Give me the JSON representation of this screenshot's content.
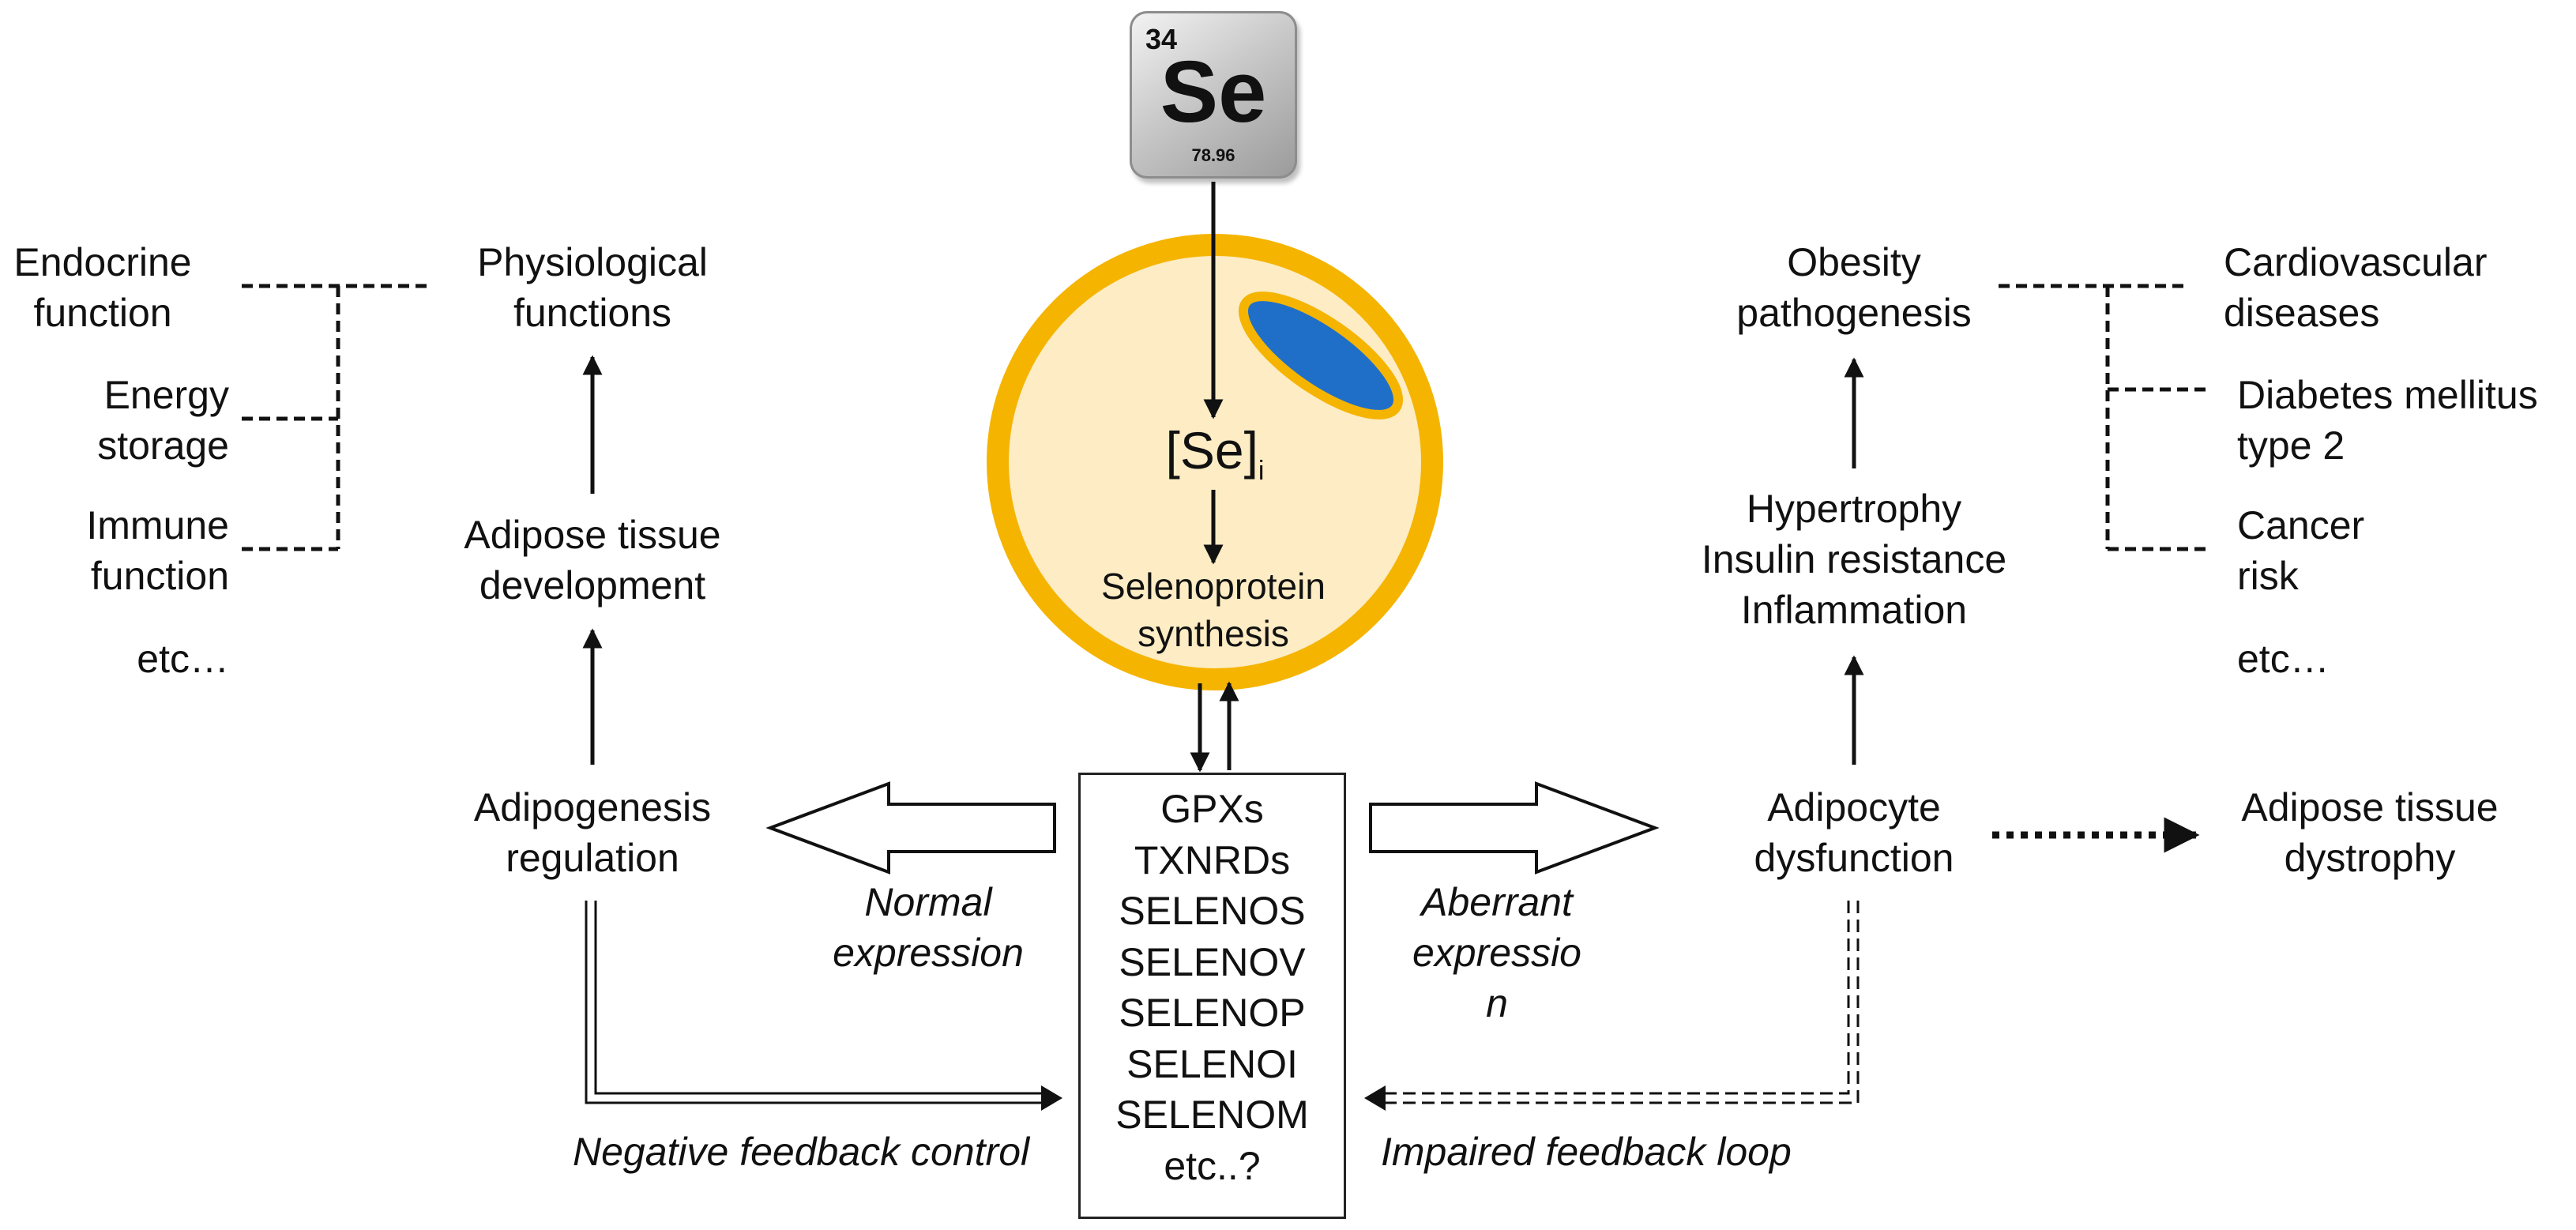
{
  "element_tile": {
    "atomic_number": "34",
    "symbol": "Se",
    "atomic_mass": "78.96"
  },
  "cell": {
    "intracellular_label": "[Se]",
    "intracellular_subscript": "i",
    "synthesis_label": [
      "Selenoprotein",
      "synthesis"
    ],
    "colors": {
      "membrane": "#f5b400",
      "cytoplasm": "#fdecc4",
      "nucleus": "#1f6fc9"
    }
  },
  "selenoproteins": [
    "GPXs",
    "TXNRDs",
    "SELENOS",
    "SELENOV",
    "SELENOP",
    "SELENOI",
    "SELENOM",
    "etc..?"
  ],
  "left_branch": {
    "physiological_functions": [
      "Physiological",
      "functions"
    ],
    "adipose_development": [
      "Adipose tissue",
      "development"
    ],
    "adipogenesis_regulation": [
      "Adipogenesis",
      "regulation"
    ],
    "normal_expression": [
      "Normal",
      "expression"
    ],
    "feedback": "Negative feedback control",
    "functions_list": [
      [
        "Endocrine",
        "function"
      ],
      [
        "Energy",
        "storage"
      ],
      [
        "Immune",
        "function"
      ]
    ],
    "etc": "etc…"
  },
  "right_branch": {
    "obesity": [
      "Obesity",
      "pathogenesis"
    ],
    "effects": [
      "Hypertrophy",
      "Insulin resistance",
      "Inflammation"
    ],
    "adipocyte_dysfunction": [
      "Adipocyte",
      "dysfunction"
    ],
    "dystrophy": [
      "Adipose tissue",
      "dystrophy"
    ],
    "aberrant_expression": [
      "Aberrant",
      "expressio",
      "n"
    ],
    "feedback": "Impaired feedback loop",
    "diseases_list": [
      [
        "Cardiovascular",
        "diseases"
      ],
      [
        "Diabetes mellitus",
        "type 2"
      ],
      [
        "Cancer",
        "risk"
      ]
    ],
    "etc": "etc…"
  }
}
